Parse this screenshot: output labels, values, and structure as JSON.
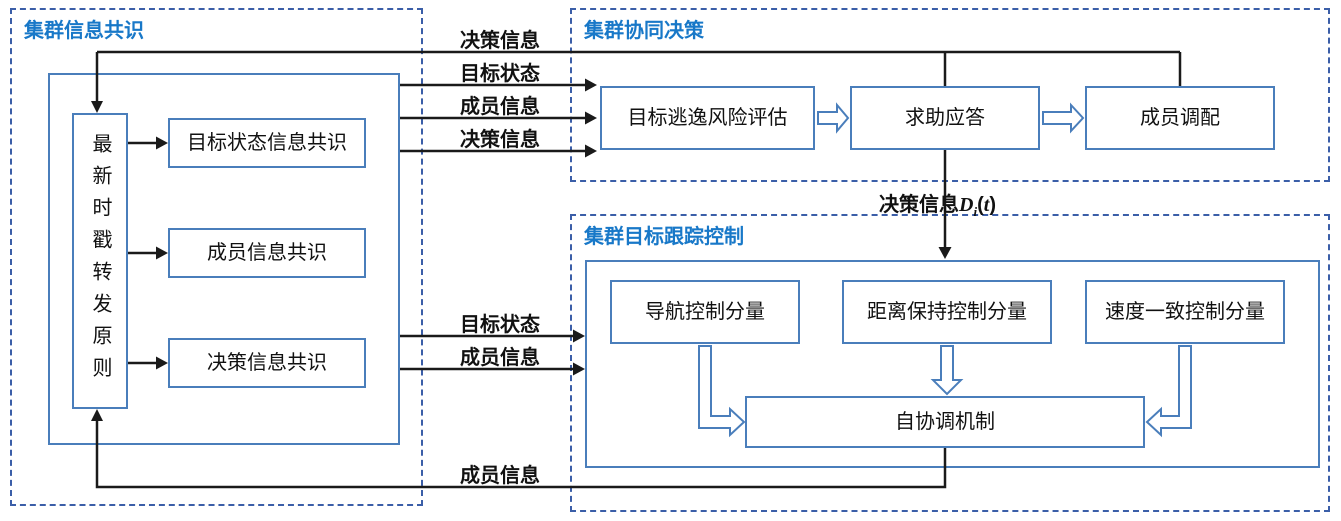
{
  "colors": {
    "box_border": "#4a7ebb",
    "dashed_border": "#3b5ea8",
    "title_blue": "#1878c8",
    "line_black": "#1a1a1a"
  },
  "modules": {
    "consensus": {
      "title": "集群信息共识",
      "principle": "最新时戳转发原则",
      "items": [
        "目标状态信息共识",
        "成员信息共识",
        "决策信息共识"
      ]
    },
    "decision": {
      "title": "集群协同决策",
      "items": [
        "目标逃逸风险评估",
        "求助应答",
        "成员调配"
      ]
    },
    "tracking": {
      "title": "集群目标跟踪控制",
      "components": [
        "导航控制分量",
        "距离保持控制分量",
        "速度一致控制分量"
      ],
      "coordinator": "自协调机制"
    }
  },
  "edges": {
    "decision_feedback": "决策信息",
    "target_state_to_decision": "目标状态",
    "member_info_to_decision": "成员信息",
    "decision_info_to_decision": "决策信息",
    "decision_dt": {
      "label": "决策信息",
      "d": "D",
      "sub": "i",
      "open": "(",
      "t": "t",
      "close": ")"
    },
    "target_state_to_tracking": "目标状态",
    "member_info_to_tracking": "成员信息",
    "member_feedback": "成员信息"
  }
}
